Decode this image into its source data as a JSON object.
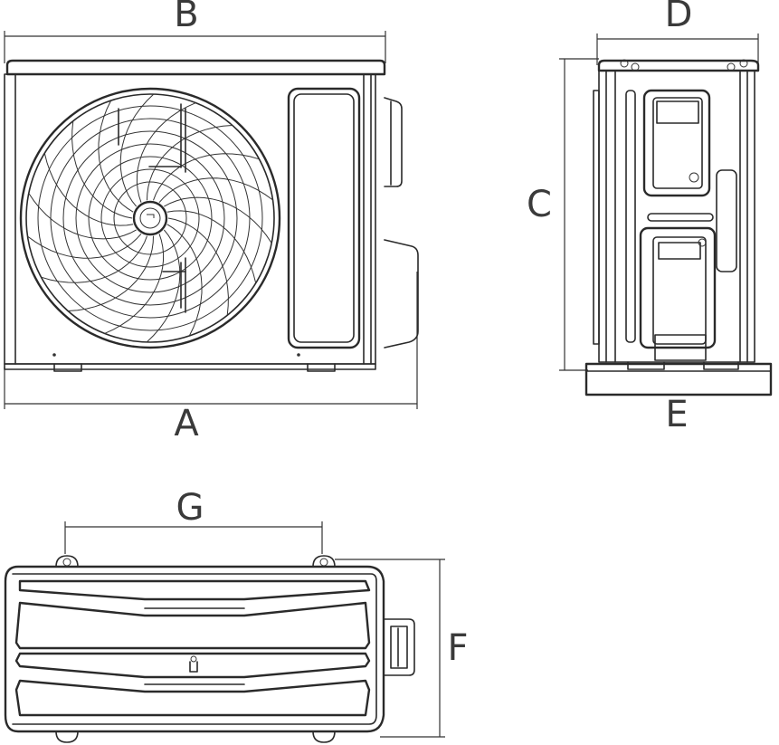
{
  "diagram": {
    "labels": {
      "A": "A",
      "B": "B",
      "C": "C",
      "D": "D",
      "E": "E",
      "F": "F",
      "G": "G"
    }
  }
}
